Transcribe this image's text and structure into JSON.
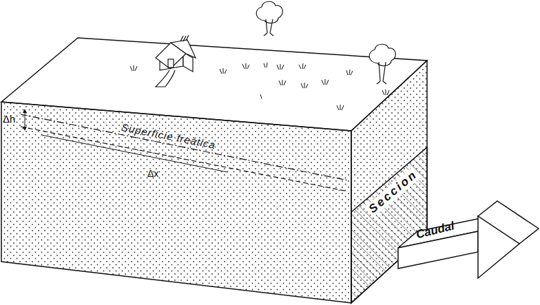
{
  "diagram": {
    "nodes": [
      {
        "text": [
          "Seccion"
        ]
      },
      {
        "text": [
          "Caudal"
        ]
      }
    ],
    "labels": [
      "Δh",
      "Superficie freática",
      "Δx"
    ]
  }
}
